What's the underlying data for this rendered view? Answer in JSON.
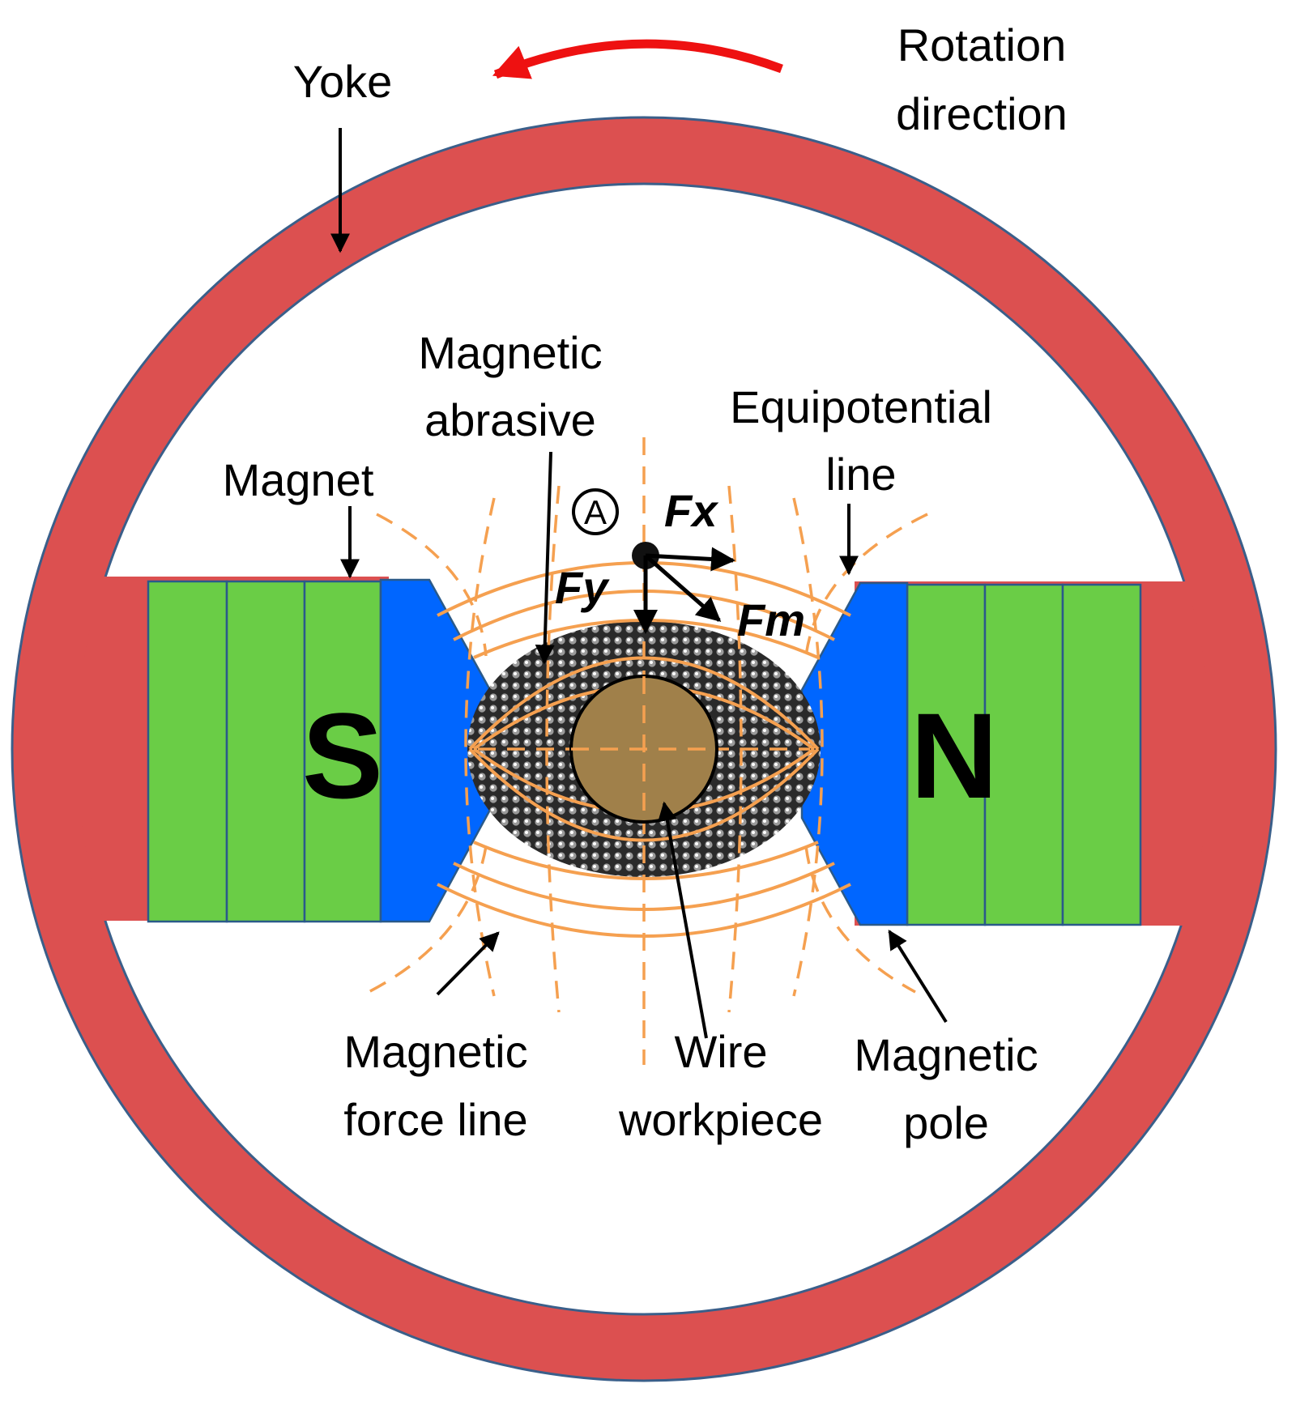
{
  "colors": {
    "yoke": "#dc5050",
    "yoke_edge": "#3a5f8a",
    "magnet": "#6acd46",
    "magnet_edge": "#2a5a8a",
    "pole": "#0066ff",
    "field_line": "#f5a050",
    "workpiece": "#a0804a",
    "abrasive": "#404040",
    "rotation_arrow": "#ee1111"
  },
  "labels": {
    "yoke": "Yoke",
    "rotation_line1": "Rotation",
    "rotation_line2": "direction",
    "abrasive_line1": "Magnetic",
    "abrasive_line2": "abrasive",
    "equip_line1": "Equipotential",
    "equip_line2": "line",
    "magnet": "Magnet",
    "force_line1": "Magnetic",
    "force_line2": "force line",
    "wire_line1": "Wire",
    "wire_line2": "workpiece",
    "pole_line1": "Magnetic",
    "pole_line2": "pole",
    "south": "S",
    "north": "N",
    "point_a": "A",
    "fx": "Fx",
    "fy": "Fy",
    "fm": "Fm"
  },
  "icons": {
    "rotation": "curved-arrow-left",
    "point": "circled-letter"
  }
}
